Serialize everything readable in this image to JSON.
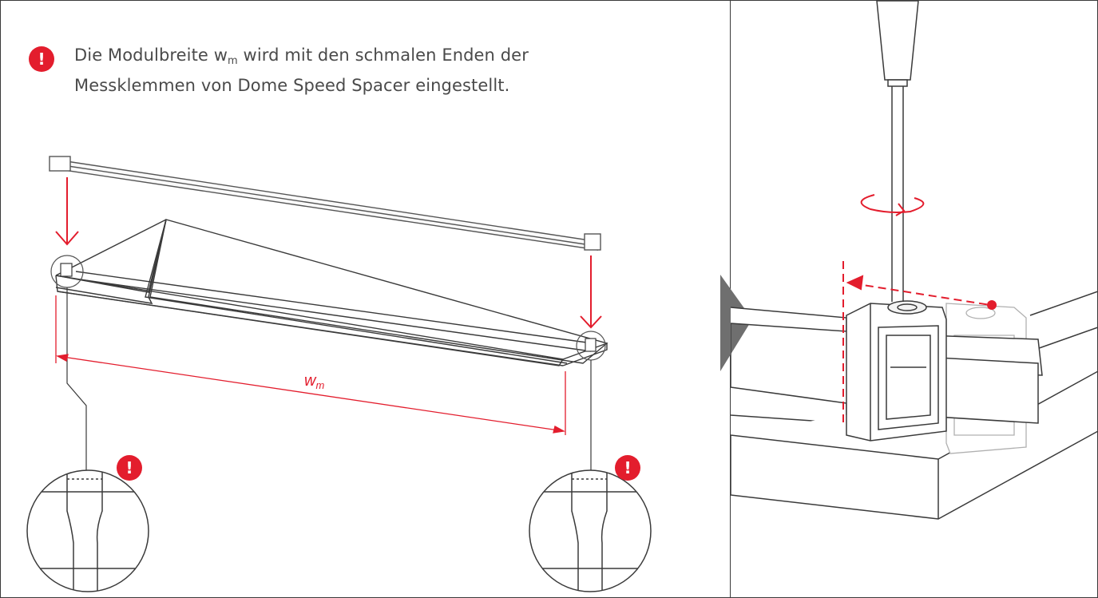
{
  "instruction": {
    "line1_prefix": "Die Modulbreite w",
    "line1_sub": "m",
    "line1_suffix": " wird mit den schmalen Enden der",
    "line2": "Messklemmen von Dome Speed Spacer eingestellt.",
    "alert_symbol": "!"
  },
  "dimension": {
    "label": "w",
    "label_sub": "m"
  },
  "detail_left": {
    "alert_symbol": "!"
  },
  "detail_right": {
    "alert_symbol": "!"
  },
  "colors": {
    "accent": "#e31d2d",
    "line": "#3a3a3a",
    "arrow_panel": "#6f6f6f"
  },
  "icons": [
    "exclamation-icon",
    "rotation-arrow-icon",
    "next-step-arrow-icon"
  ]
}
